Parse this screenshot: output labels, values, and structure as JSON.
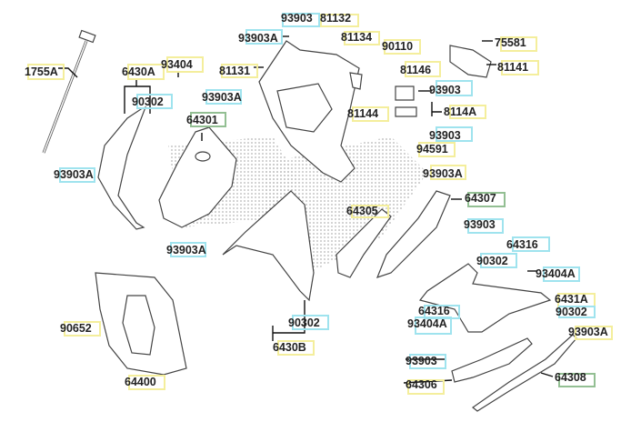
{
  "colors": {
    "yellow_box": "#f4ee9c",
    "cyan_box": "#9fe3ee",
    "green_box": "#93bf93",
    "text": "#222222",
    "part_stroke": "#444444"
  },
  "labels": [
    {
      "code": "93903",
      "kind": "cyan"
    },
    {
      "code": "81132",
      "kind": "yellow"
    },
    {
      "code": "93903A",
      "kind": "cyan"
    },
    {
      "code": "81134",
      "kind": "yellow"
    },
    {
      "code": "90110",
      "kind": "yellow"
    },
    {
      "code": "75581",
      "kind": "yellow"
    },
    {
      "code": "1755A",
      "kind": "yellow"
    },
    {
      "code": "6430A",
      "kind": "yellow"
    },
    {
      "code": "93404",
      "kind": "yellow"
    },
    {
      "code": "81131",
      "kind": "yellow"
    },
    {
      "code": "81146",
      "kind": "yellow"
    },
    {
      "code": "81141",
      "kind": "yellow"
    },
    {
      "code": "90302",
      "kind": "cyan"
    },
    {
      "code": "93903A",
      "kind": "cyan"
    },
    {
      "code": "93903",
      "kind": "cyan"
    },
    {
      "code": "81144",
      "kind": "yellow"
    },
    {
      "code": "8114A",
      "kind": "yellow"
    },
    {
      "code": "64301",
      "kind": "green"
    },
    {
      "code": "93903",
      "kind": "cyan"
    },
    {
      "code": "94591",
      "kind": "yellow"
    },
    {
      "code": "93903A",
      "kind": "cyan"
    },
    {
      "code": "93903A",
      "kind": "yellow"
    },
    {
      "code": "64307",
      "kind": "green"
    },
    {
      "code": "64305",
      "kind": "yellow"
    },
    {
      "code": "93903",
      "kind": "cyan"
    },
    {
      "code": "64316",
      "kind": "cyan"
    },
    {
      "code": "93903A",
      "kind": "cyan"
    },
    {
      "code": "90302",
      "kind": "cyan"
    },
    {
      "code": "93404A",
      "kind": "cyan"
    },
    {
      "code": "6431A",
      "kind": "yellow"
    },
    {
      "code": "64316",
      "kind": "cyan"
    },
    {
      "code": "90302",
      "kind": "cyan"
    },
    {
      "code": "93404A",
      "kind": "cyan"
    },
    {
      "code": "90302",
      "kind": "cyan"
    },
    {
      "code": "90652",
      "kind": "yellow"
    },
    {
      "code": "93903A",
      "kind": "yellow"
    },
    {
      "code": "6430B",
      "kind": "yellow"
    },
    {
      "code": "93903",
      "kind": "cyan"
    },
    {
      "code": "64306",
      "kind": "yellow"
    },
    {
      "code": "64308",
      "kind": "green"
    },
    {
      "code": "64400",
      "kind": "yellow"
    }
  ]
}
